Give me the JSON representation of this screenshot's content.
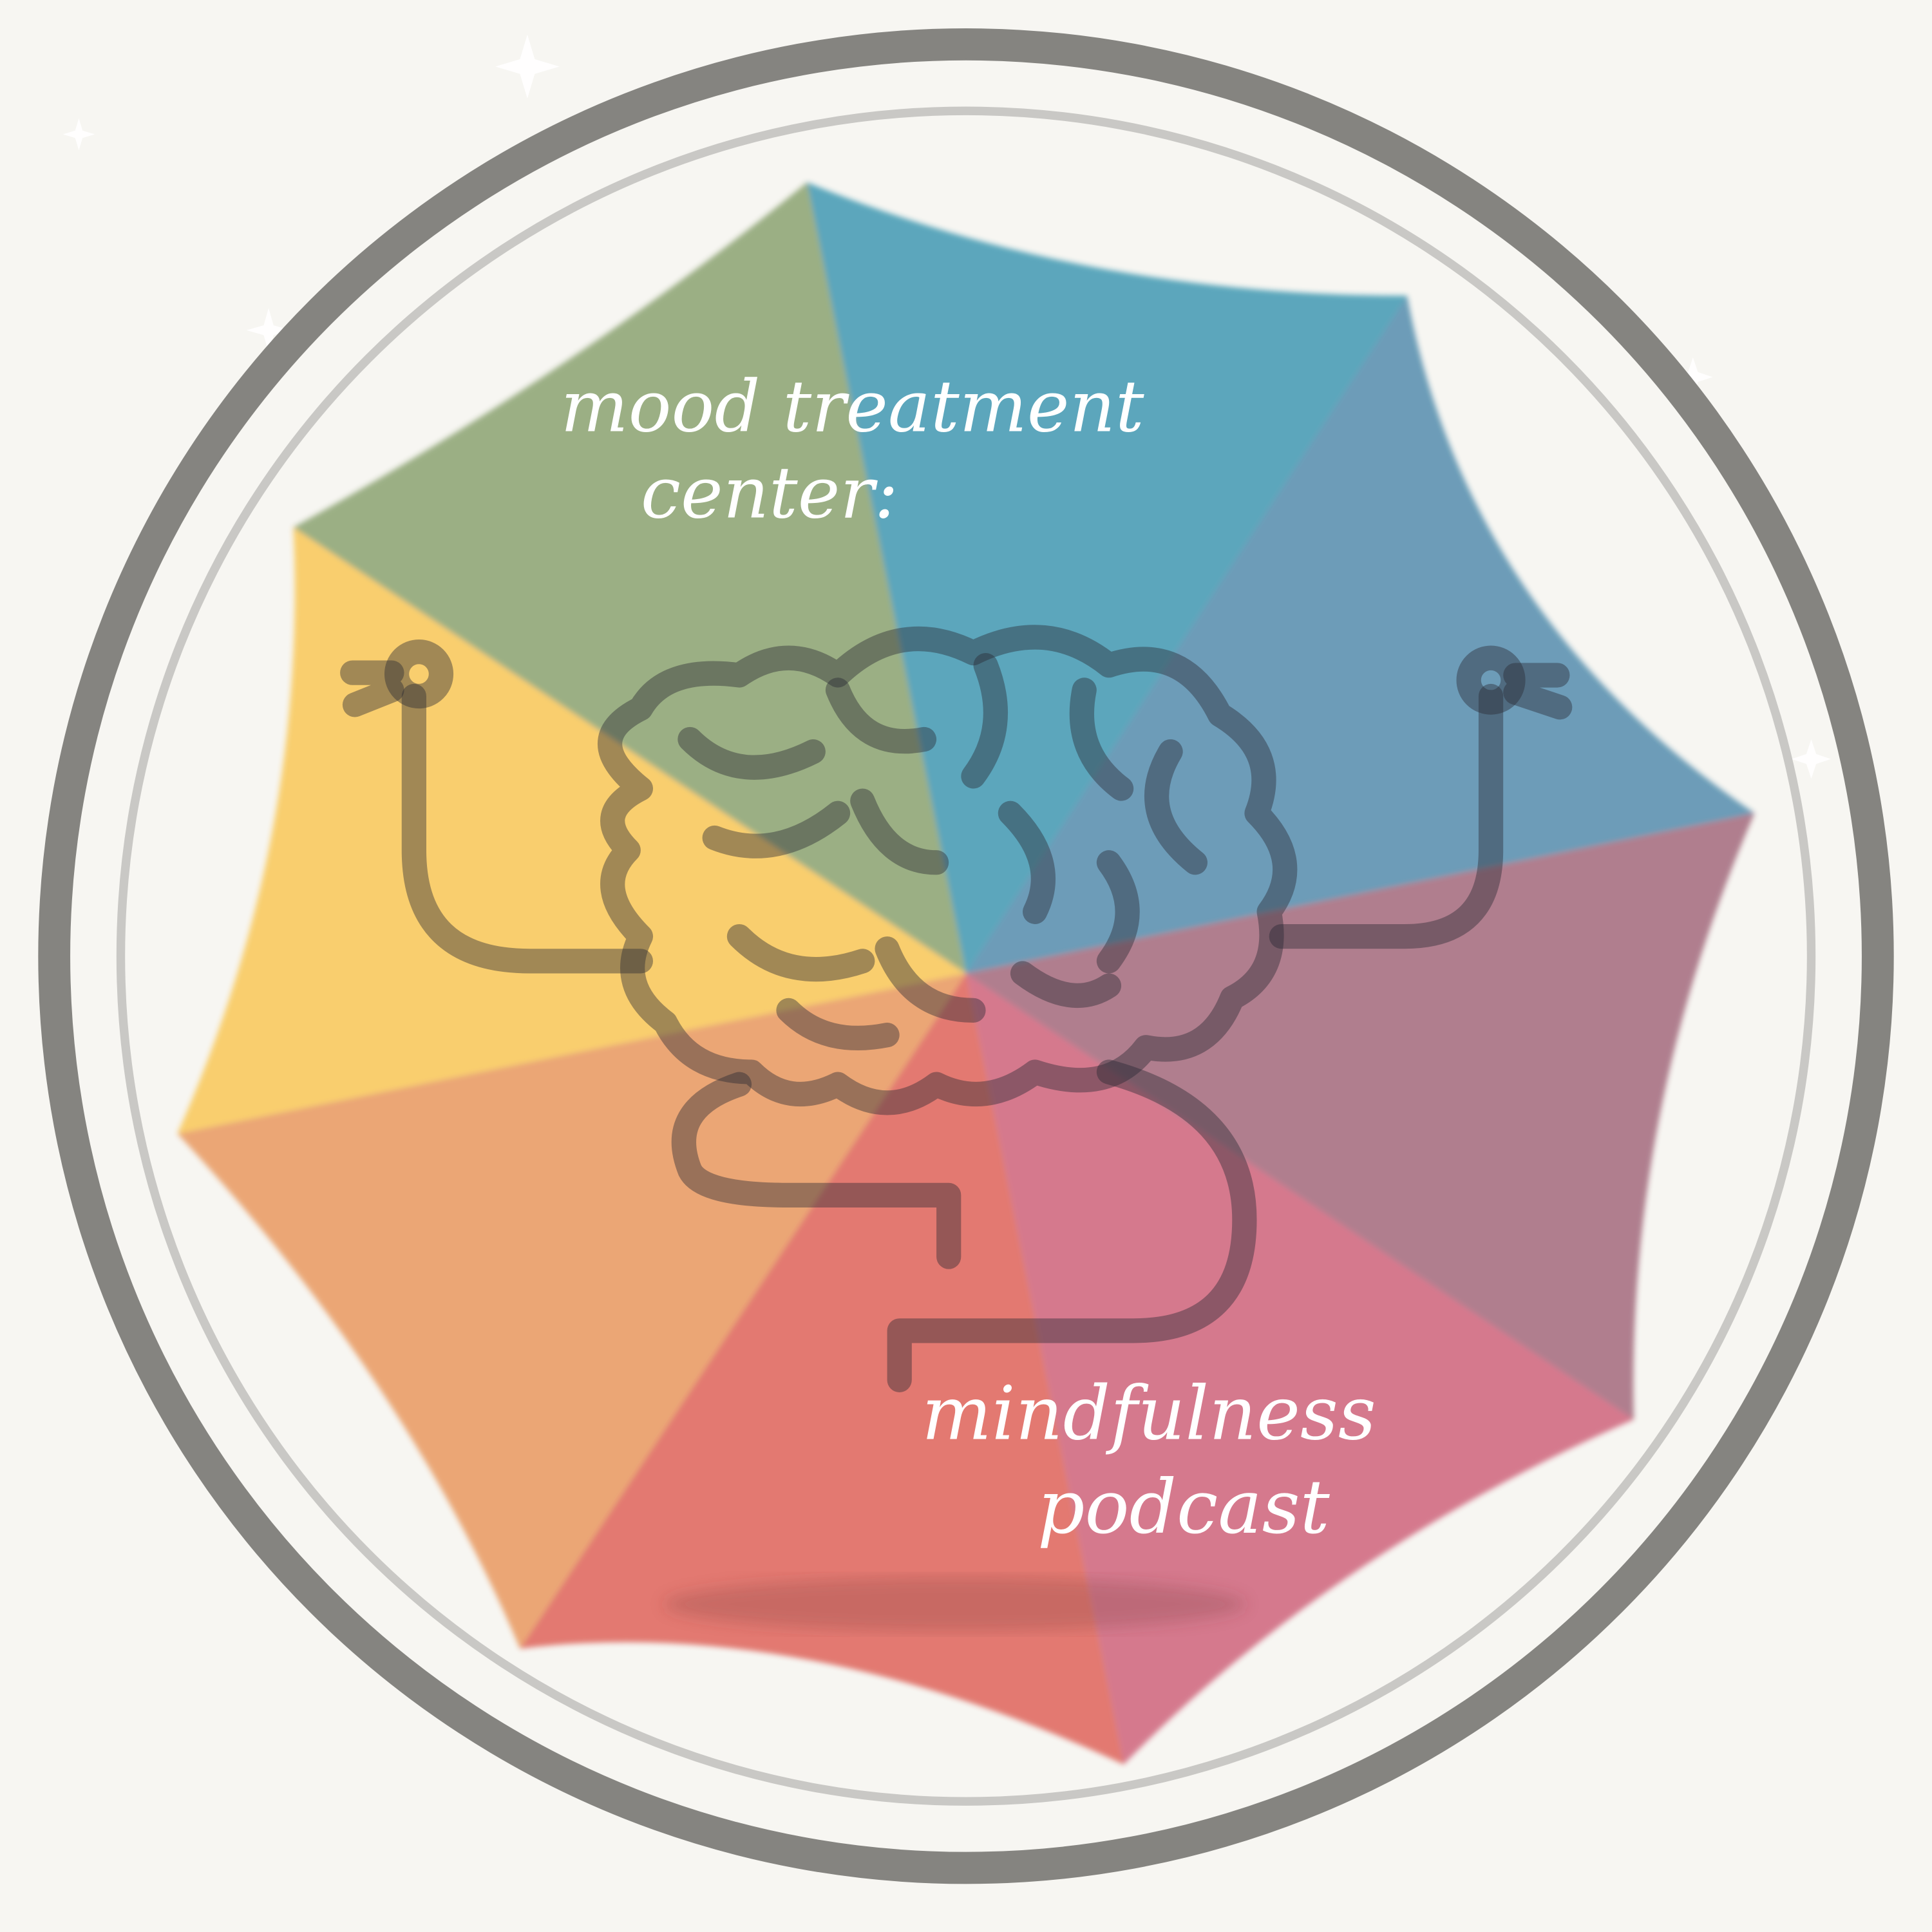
{
  "logo": {
    "title_line1": "mood treatment",
    "title_line2": "center:",
    "subtitle_line1": "mindfulness",
    "subtitle_line2": "podcast"
  },
  "colors": {
    "background": "#f7f6f2",
    "outer_ring": "#858480",
    "inner_ring": "#c9c8c5",
    "text": "#ffffff",
    "brain_line": "rgba(40,40,50,0.45)",
    "segments": [
      "#93a97b",
      "#4b9db5",
      "#5b93b1",
      "#a77182",
      "#d06b81",
      "#e06b63",
      "#e99d67",
      "#f8ca5f"
    ]
  },
  "icons": {
    "emblem": "brain-with-arms-icon",
    "sparkles": "sparkle-icon"
  }
}
